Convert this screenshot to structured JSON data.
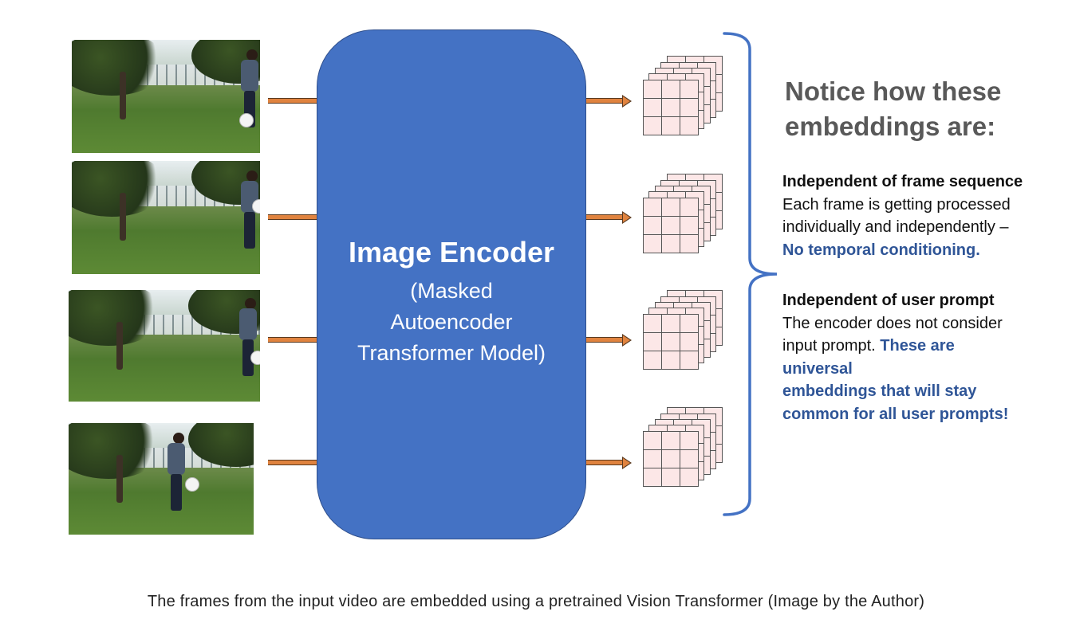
{
  "encoder": {
    "title": "Image Encoder",
    "subtitle_lines": [
      "(Masked",
      "Autoencoder",
      "Transformer Model)"
    ]
  },
  "notice": {
    "title_lines": [
      "Notice how these",
      "embeddings are:"
    ],
    "point1": {
      "heading": "Independent of frame sequence",
      "body_lines": [
        "Each frame is getting processed",
        "individually and independently –"
      ],
      "highlight": "No temporal conditioning."
    },
    "point2": {
      "heading": "Independent of user prompt",
      "body_lines": [
        "The encoder does not consider"
      ],
      "body_inline": "input prompt. ",
      "highlight_inline": "These are",
      "highlight_lines": [
        "universal",
        "embeddings that will stay",
        "common for all user prompts!"
      ]
    }
  },
  "caption": "The frames from the input video are embedded using a pretrained Vision Transformer (Image by the Author)",
  "colors": {
    "encoder": "#4472c4",
    "arrow": "#e0833f",
    "bracket": "#4472c4",
    "highlight": "#2f5597",
    "grid_fill": "#fce7e7"
  }
}
